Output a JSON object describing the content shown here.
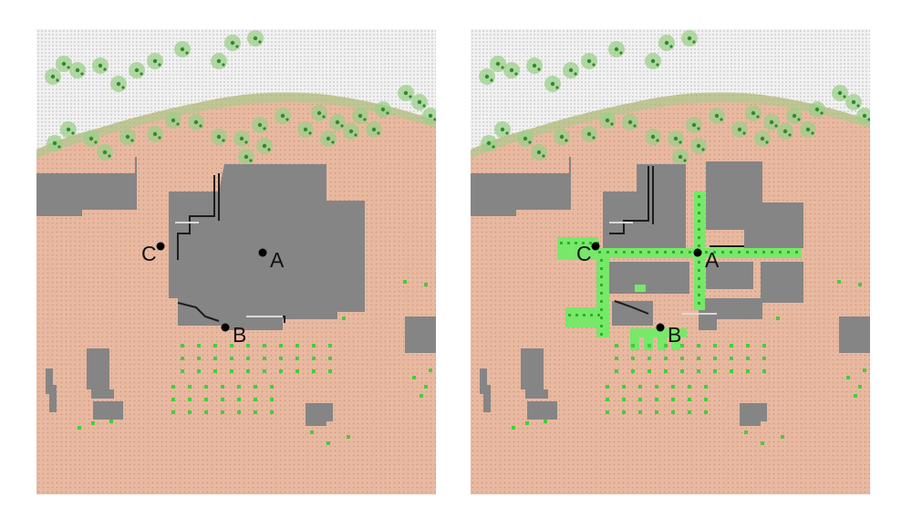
{
  "panels": [
    {
      "id": "left",
      "points": [
        {
          "label": "A",
          "label_side": "right"
        },
        {
          "label": "B",
          "label_side": "right"
        },
        {
          "label": "C",
          "label_side": "left"
        }
      ]
    },
    {
      "id": "right",
      "points": [
        {
          "label": "A",
          "label_side": "right"
        },
        {
          "label": "B",
          "label_side": "right"
        },
        {
          "label": "C",
          "label_side": "left"
        }
      ]
    }
  ],
  "colors": {
    "terrain": "#e8b9a0",
    "grid_dot": "#c9967c",
    "snow": "#f1f1f1",
    "snow_dot": "#9a9a9a",
    "building": "#858585",
    "wall_line": "#1c1c1c",
    "bright_edge": "#d9d9d9",
    "tree_halo": "#9ccf8a",
    "tree_dark": "#2f8a2f",
    "grass_dot": "#46cc3c",
    "path_green": "#77e86a",
    "path_green_dark": "#2fb02a",
    "marker": "#000000"
  }
}
